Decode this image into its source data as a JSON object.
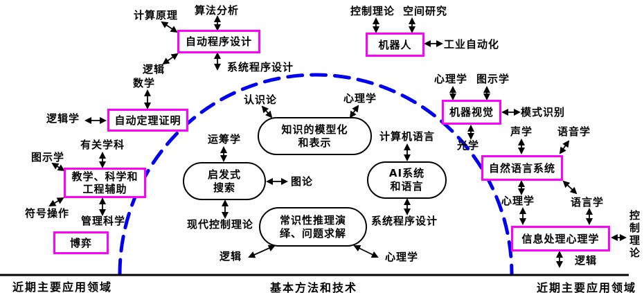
{
  "boxes": {
    "auto_programming": "自动程序设计",
    "auto_theorem_proving": "自动定理证明",
    "teaching_science_engineering_aid": "教学、科学和\n工程辅助",
    "game_playing": "博弈",
    "robot": "机器人",
    "machine_vision": "机器视觉",
    "natural_language_system": "自然语言系统",
    "info_processing_psychology": "信息处理心理学"
  },
  "methods": {
    "knowledge_modeling": "知识的模型化\n和表示",
    "heuristic_search": "启发式\n搜索",
    "ai_systems_and_languages": "AI系统\n和语言",
    "commonsense_reasoning": "常识性推理演\n绎、问题求解"
  },
  "labels": {
    "computing_principles": "计算原理",
    "algorithm_analysis": "算法分析",
    "system_programming_left": "系统程序设计",
    "logic_top_left": "逻辑",
    "math": "数学",
    "logic_science": "逻辑学",
    "related_disciplines": "有关学科",
    "graphics_left": "图示学",
    "symbol_manipulation": "符号操作",
    "management_science": "管理科学",
    "epistemology": "认识论",
    "psychology_top_center": "心理学",
    "operations_research": "运筹学",
    "graph_theory": "图论",
    "modern_control_theory": "现代控制理论",
    "logic_bottom_center": "逻辑",
    "psychology_bottom_center": "心理学",
    "computer_language": "计算机语言",
    "system_programming_center": "系统程序设计",
    "control_theory_top": "控制理论",
    "space_research": "空间研究",
    "industrial_automation": "工业自动化",
    "psychology_vision": "心理学",
    "graphics_vision": "图示学",
    "pattern_recognition": "模式识别",
    "optics": "光学",
    "acoustics": "声学",
    "phonetics": "语音学",
    "psychology_nl": "心理学",
    "linguistics": "语言学",
    "logic_bottom_right": "逻辑",
    "control_theory_vertical": "控制理论"
  },
  "footer": {
    "left": "近期主要应用领域",
    "center": "基本方法和技术",
    "right": "近期主要应用领域"
  },
  "colors": {
    "box_border": "#ff00ff",
    "arc_dashed": "#0000f0",
    "line": "#000000",
    "text": "#000000"
  }
}
